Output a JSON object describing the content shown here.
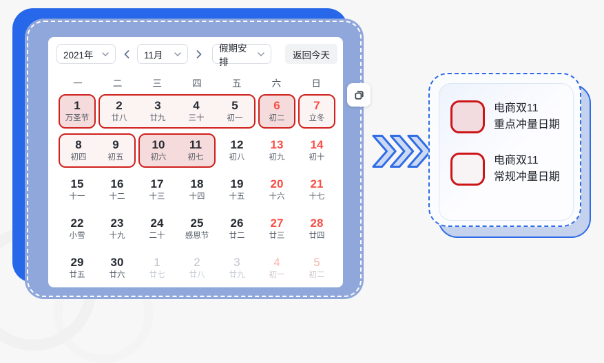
{
  "colors": {
    "accent_red": "#cf201c",
    "key_fill": "#f5dbdb",
    "regular_fill": "#fcf3f3",
    "weekend_red": "#f94f46",
    "blue": "#2767e9",
    "periwinkle": "#8fa7da",
    "legend_blue": "#2e6be6"
  },
  "icons": {
    "year_caret": "chevron-down",
    "month_caret": "chevron-down",
    "holiday_caret": "chevron-down",
    "prev": "chevron-left",
    "next": "chevron-right",
    "copy": "copy",
    "flow": "triple-chevron-right"
  },
  "toolbar": {
    "year": "2021年",
    "month": "11月",
    "holiday_plan": "假期安排",
    "back_to_today": "返回今天"
  },
  "calendar": {
    "weekdays": [
      "一",
      "二",
      "三",
      "四",
      "五",
      "六",
      "日"
    ],
    "weeks": [
      [
        {
          "hl": "key",
          "cells": [
            {
              "day": "1",
              "lunar": "万圣节"
            }
          ]
        },
        {
          "hl": "regular",
          "cells": [
            {
              "day": "2",
              "lunar": "廿八"
            },
            {
              "day": "3",
              "lunar": "廿九"
            },
            {
              "day": "4",
              "lunar": "三十"
            },
            {
              "day": "5",
              "lunar": "初一"
            }
          ]
        },
        {
          "hl": "key",
          "cells": [
            {
              "day": "6",
              "lunar": "初二",
              "tone": "weekend"
            }
          ]
        },
        {
          "hl": "regular",
          "cells": [
            {
              "day": "7",
              "lunar": "立冬",
              "tone": "weekend"
            }
          ]
        }
      ],
      [
        {
          "hl": "regular",
          "cells": [
            {
              "day": "8",
              "lunar": "初四"
            },
            {
              "day": "9",
              "lunar": "初五"
            }
          ]
        },
        {
          "hl": "key",
          "cells": [
            {
              "day": "10",
              "lunar": "初六"
            },
            {
              "day": "11",
              "lunar": "初七"
            }
          ]
        },
        {
          "cells": [
            {
              "day": "12",
              "lunar": "初八"
            }
          ]
        },
        {
          "cells": [
            {
              "day": "13",
              "lunar": "初九",
              "tone": "weekend"
            }
          ]
        },
        {
          "cells": [
            {
              "day": "14",
              "lunar": "初十",
              "tone": "weekend"
            }
          ]
        }
      ],
      [
        {
          "cells": [
            {
              "day": "15",
              "lunar": "十一"
            }
          ]
        },
        {
          "cells": [
            {
              "day": "16",
              "lunar": "十二"
            }
          ]
        },
        {
          "cells": [
            {
              "day": "17",
              "lunar": "十三"
            }
          ]
        },
        {
          "cells": [
            {
              "day": "18",
              "lunar": "十四"
            }
          ]
        },
        {
          "cells": [
            {
              "day": "19",
              "lunar": "十五"
            }
          ]
        },
        {
          "cells": [
            {
              "day": "20",
              "lunar": "十六",
              "tone": "weekend"
            }
          ]
        },
        {
          "cells": [
            {
              "day": "21",
              "lunar": "十七",
              "tone": "weekend"
            }
          ]
        }
      ],
      [
        {
          "cells": [
            {
              "day": "22",
              "lunar": "小雪"
            }
          ]
        },
        {
          "cells": [
            {
              "day": "23",
              "lunar": "十九"
            }
          ]
        },
        {
          "cells": [
            {
              "day": "24",
              "lunar": "二十"
            }
          ]
        },
        {
          "cells": [
            {
              "day": "25",
              "lunar": "感恩节"
            }
          ]
        },
        {
          "cells": [
            {
              "day": "26",
              "lunar": "廿二"
            }
          ]
        },
        {
          "cells": [
            {
              "day": "27",
              "lunar": "廿三",
              "tone": "weekend"
            }
          ]
        },
        {
          "cells": [
            {
              "day": "28",
              "lunar": "廿四",
              "tone": "weekend"
            }
          ]
        }
      ],
      [
        {
          "cells": [
            {
              "day": "29",
              "lunar": "廿五"
            }
          ]
        },
        {
          "cells": [
            {
              "day": "30",
              "lunar": "廿六"
            }
          ]
        },
        {
          "cells": [
            {
              "day": "1",
              "lunar": "廿七",
              "tone": "dim"
            }
          ]
        },
        {
          "cells": [
            {
              "day": "2",
              "lunar": "廿八",
              "tone": "dim"
            }
          ]
        },
        {
          "cells": [
            {
              "day": "3",
              "lunar": "廿九",
              "tone": "dim"
            }
          ]
        },
        {
          "cells": [
            {
              "day": "4",
              "lunar": "初一",
              "tone": "dim-weekend"
            }
          ]
        },
        {
          "cells": [
            {
              "day": "5",
              "lunar": "初二",
              "tone": "dim-weekend"
            }
          ]
        }
      ]
    ]
  },
  "legend": {
    "items": [
      {
        "swatch": "key",
        "lines": [
          "电商双11",
          "重点冲量日期"
        ]
      },
      {
        "swatch": "regular",
        "lines": [
          "电商双11",
          "常规冲量日期"
        ]
      }
    ]
  }
}
